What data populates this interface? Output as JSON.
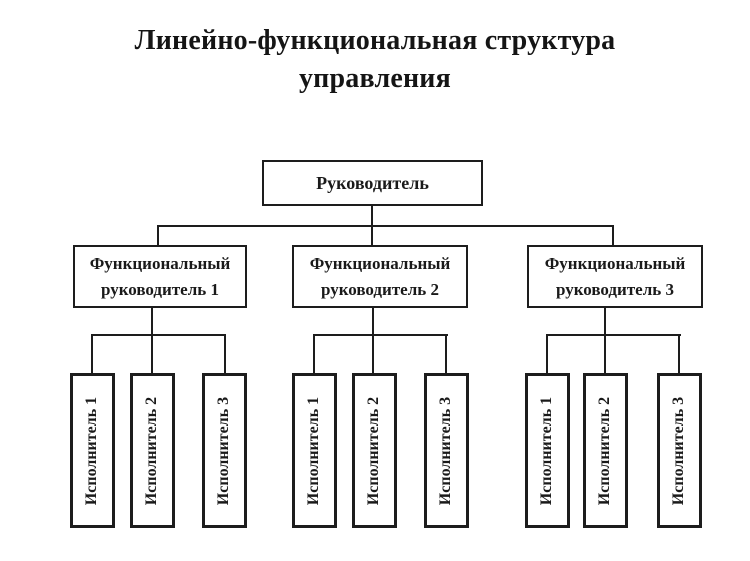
{
  "title": "Линейно-функциональная структура управления",
  "colors": {
    "ink": "#1d1d1d",
    "paper": "#ffffff"
  },
  "diagram": {
    "type": "org-chart",
    "root": "Руководитель",
    "groups": [
      {
        "manager": "Функциональный руководитель 1",
        "executors": [
          "Исполнитель 1",
          "Исполнитель 2",
          "Исполнитель 3"
        ]
      },
      {
        "manager": "Функциональный руководитель 2",
        "executors": [
          "Исполнитель 1",
          "Исполнитель 2",
          "Исполнитель 3"
        ]
      },
      {
        "manager": "Функциональный руководитель 3",
        "executors": [
          "Исполнитель 1",
          "Исполнитель 2",
          "Исполнитель 3"
        ]
      }
    ]
  }
}
